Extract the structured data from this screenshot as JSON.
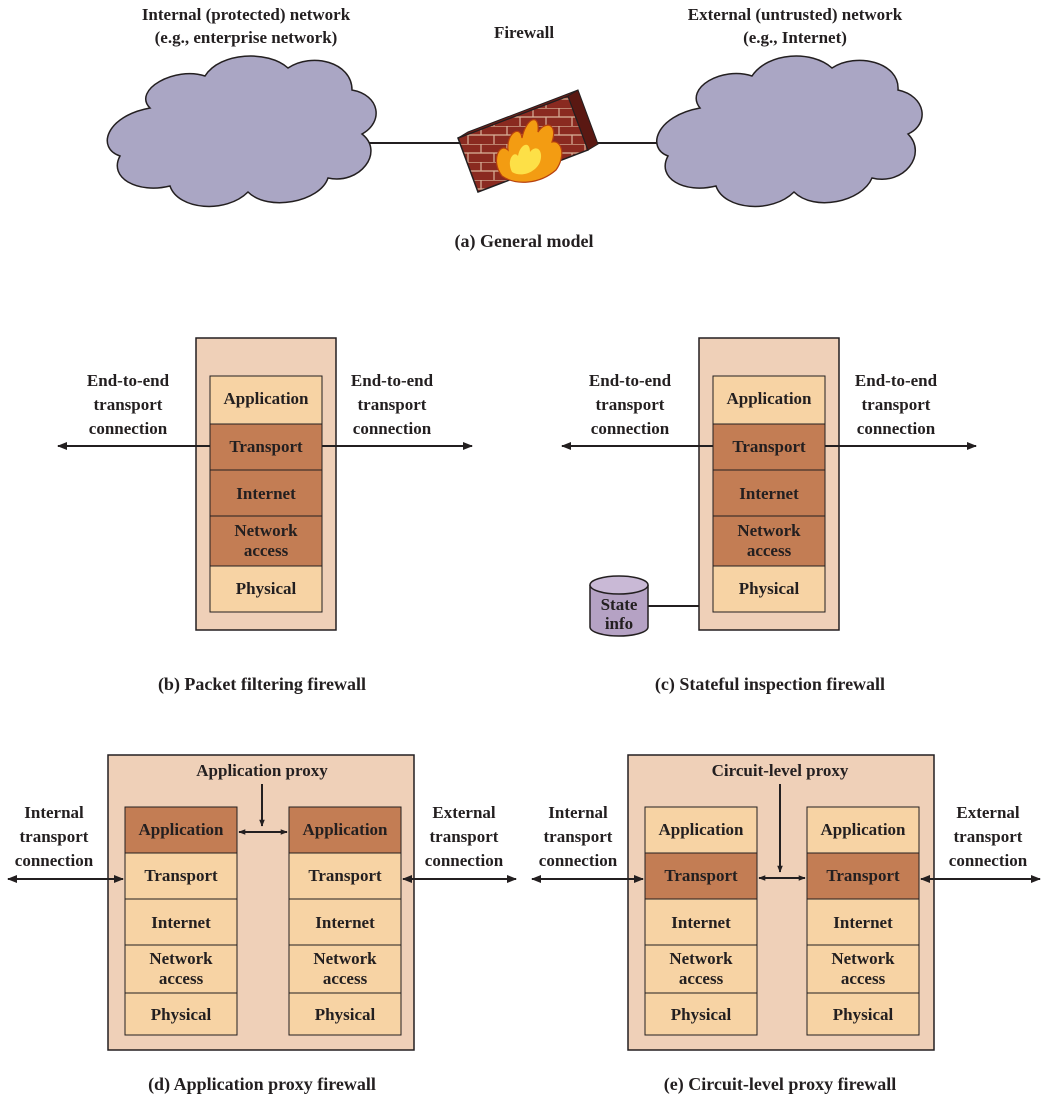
{
  "panel_a": {
    "internal_network_line1": "Internal (protected) network",
    "internal_network_line2": "(e.g., enterprise network)",
    "firewall_label": "Firewall",
    "external_network_line1": "External (untrusted) network",
    "external_network_line2": "(e.g., Internet)",
    "caption": "(a) General model"
  },
  "panel_b": {
    "left_connection": [
      "End-to-end",
      "transport",
      "connection"
    ],
    "right_connection": [
      "End-to-end",
      "transport",
      "connection"
    ],
    "layers": [
      "Application",
      "Transport",
      "Internet",
      "Network access",
      "Physical"
    ],
    "caption": "(b) Packet filtering firewall"
  },
  "panel_c": {
    "left_connection": [
      "End-to-end",
      "transport",
      "connection"
    ],
    "right_connection": [
      "End-to-end",
      "transport",
      "connection"
    ],
    "layers": [
      "Application",
      "Transport",
      "Internet",
      "Network access",
      "Physical"
    ],
    "state_info": [
      "State",
      "info"
    ],
    "caption": "(c) Stateful inspection firewall"
  },
  "panel_d": {
    "proxy_label": "Application proxy",
    "left_connection": [
      "Internal",
      "transport",
      "connection"
    ],
    "right_connection": [
      "External",
      "transport",
      "connection"
    ],
    "layers": [
      "Application",
      "Transport",
      "Internet",
      "Network access",
      "Physical"
    ],
    "caption": "(d) Application proxy firewall"
  },
  "panel_e": {
    "proxy_label": "Circuit-level proxy",
    "left_connection": [
      "Internal",
      "transport",
      "connection"
    ],
    "right_connection": [
      "External",
      "transport",
      "connection"
    ],
    "layers": [
      "Application",
      "Transport",
      "Internet",
      "Network access",
      "Physical"
    ],
    "caption": "(e) Circuit-level proxy firewall"
  },
  "colors": {
    "cloud": "#aaa6c4",
    "outer_box": "#efd0b8",
    "layer_light": "#f7d3a4",
    "layer_dark": "#c37d54",
    "brick": "#8a2a20",
    "cylinder": "#b5a2c4",
    "ink": "#231f20"
  }
}
